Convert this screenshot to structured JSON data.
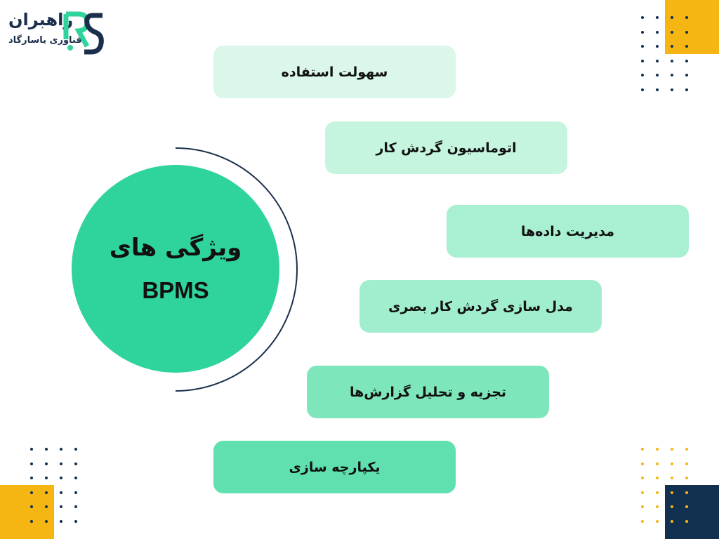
{
  "logo": {
    "name": "راهبران",
    "subtitle": "فناوری یاسارگاد",
    "mark": "RS"
  },
  "center": {
    "title": "ویژگی های",
    "subtitle": "BPMS"
  },
  "features": [
    {
      "label": "سهولت استفاده",
      "color": "#daf7ea"
    },
    {
      "label": "اتوماسیون گردش کار",
      "color": "#c5f5df"
    },
    {
      "label": "مدیریت داده‌ها",
      "color": "#a9efd1"
    },
    {
      "label": "مدل سازی گردش کار بصری",
      "color": "#a0eecd"
    },
    {
      "label": "تجزیه و تحلیل گزارش‌ها",
      "color": "#7ee6bb"
    },
    {
      "label": "یکپارچه سازی",
      "color": "#5fe0ae"
    }
  ],
  "colors": {
    "accent": "#2fd39c",
    "navy": "#12304f",
    "yellow": "#f5b614"
  }
}
